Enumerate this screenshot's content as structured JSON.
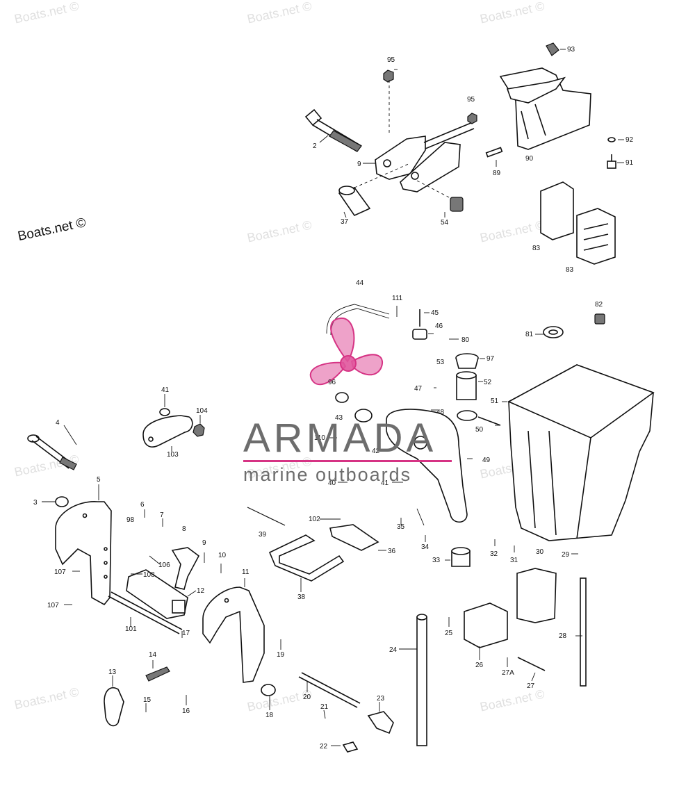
{
  "watermark_text": "Boats.net ©",
  "brand": {
    "name": "ARMADA",
    "tagline": "marine outboards",
    "accent": "#d63384",
    "text_color": "#6d6d6d"
  },
  "part_labels": [
    {
      "id": "93"
    },
    {
      "id": "95a",
      "text": "95"
    },
    {
      "id": "95b",
      "text": "95"
    },
    {
      "id": "2"
    },
    {
      "id": "9a",
      "text": "9"
    },
    {
      "id": "92"
    },
    {
      "id": "91"
    },
    {
      "id": "89"
    },
    {
      "id": "90"
    },
    {
      "id": "37"
    },
    {
      "id": "54"
    },
    {
      "id": "83a",
      "text": "83"
    },
    {
      "id": "83b",
      "text": "83"
    },
    {
      "id": "44"
    },
    {
      "id": "111"
    },
    {
      "id": "45"
    },
    {
      "id": "46"
    },
    {
      "id": "80"
    },
    {
      "id": "53"
    },
    {
      "id": "82"
    },
    {
      "id": "81"
    },
    {
      "id": "97"
    },
    {
      "id": "96"
    },
    {
      "id": "52"
    },
    {
      "id": "47"
    },
    {
      "id": "51"
    },
    {
      "id": "41a",
      "text": "41"
    },
    {
      "id": "104"
    },
    {
      "id": "103"
    },
    {
      "id": "43"
    },
    {
      "id": "48"
    },
    {
      "id": "50"
    },
    {
      "id": "110"
    },
    {
      "id": "42"
    },
    {
      "id": "4"
    },
    {
      "id": "49"
    },
    {
      "id": "5"
    },
    {
      "id": "41b",
      "text": "41"
    },
    {
      "id": "40"
    },
    {
      "id": "3"
    },
    {
      "id": "6"
    },
    {
      "id": "98"
    },
    {
      "id": "7"
    },
    {
      "id": "8"
    },
    {
      "id": "39"
    },
    {
      "id": "102"
    },
    {
      "id": "35"
    },
    {
      "id": "34"
    },
    {
      "id": "32"
    },
    {
      "id": "31"
    },
    {
      "id": "30"
    },
    {
      "id": "29"
    },
    {
      "id": "9b",
      "text": "9"
    },
    {
      "id": "10"
    },
    {
      "id": "106"
    },
    {
      "id": "108"
    },
    {
      "id": "107a",
      "text": "107"
    },
    {
      "id": "11"
    },
    {
      "id": "12"
    },
    {
      "id": "36"
    },
    {
      "id": "33"
    },
    {
      "id": "38"
    },
    {
      "id": "107b",
      "text": "107"
    },
    {
      "id": "101"
    },
    {
      "id": "17"
    },
    {
      "id": "25"
    },
    {
      "id": "28"
    },
    {
      "id": "24"
    },
    {
      "id": "19"
    },
    {
      "id": "26"
    },
    {
      "id": "14"
    },
    {
      "id": "27A"
    },
    {
      "id": "13"
    },
    {
      "id": "27"
    },
    {
      "id": "20"
    },
    {
      "id": "15"
    },
    {
      "id": "16"
    },
    {
      "id": "23"
    },
    {
      "id": "18"
    },
    {
      "id": "21"
    },
    {
      "id": "22"
    }
  ]
}
